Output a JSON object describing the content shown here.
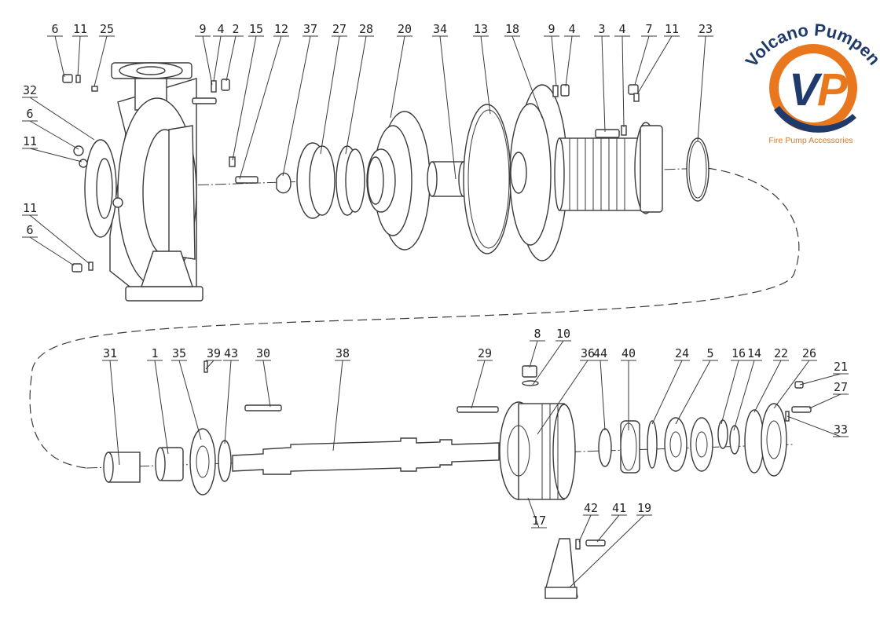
{
  "logo": {
    "brand_name": "Volcano Pumpen",
    "monogram": "VP",
    "tagline": "Fire Pump Accessories",
    "colors": {
      "orange": "#e8771e",
      "navy": "#1f3a6b"
    }
  },
  "callouts": [
    {
      "label": "6"
    },
    {
      "label": "11"
    },
    {
      "label": "25"
    },
    {
      "label": "9"
    },
    {
      "label": "4"
    },
    {
      "label": "2"
    },
    {
      "label": "15"
    },
    {
      "label": "12"
    },
    {
      "label": "37"
    },
    {
      "label": "27"
    },
    {
      "label": "28"
    },
    {
      "label": "20"
    },
    {
      "label": "34"
    },
    {
      "label": "13"
    },
    {
      "label": "18"
    },
    {
      "label": "9"
    },
    {
      "label": "4"
    },
    {
      "label": "3"
    },
    {
      "label": "4"
    },
    {
      "label": "7"
    },
    {
      "label": "11"
    },
    {
      "label": "23"
    },
    {
      "label": "32"
    },
    {
      "label": "6"
    },
    {
      "label": "11"
    },
    {
      "label": "11"
    },
    {
      "label": "6"
    },
    {
      "label": "31"
    },
    {
      "label": "1"
    },
    {
      "label": "35"
    },
    {
      "label": "39"
    },
    {
      "label": "43"
    },
    {
      "label": "30"
    },
    {
      "label": "38"
    },
    {
      "label": "29"
    },
    {
      "label": "8"
    },
    {
      "label": "10"
    },
    {
      "label": "36"
    },
    {
      "label": "44"
    },
    {
      "label": "40"
    },
    {
      "label": "24"
    },
    {
      "label": "5"
    },
    {
      "label": "16"
    },
    {
      "label": "14"
    },
    {
      "label": "22"
    },
    {
      "label": "26"
    },
    {
      "label": "21"
    },
    {
      "label": "27"
    },
    {
      "label": "33"
    },
    {
      "label": "17"
    },
    {
      "label": "42"
    },
    {
      "label": "41"
    },
    {
      "label": "19"
    }
  ]
}
